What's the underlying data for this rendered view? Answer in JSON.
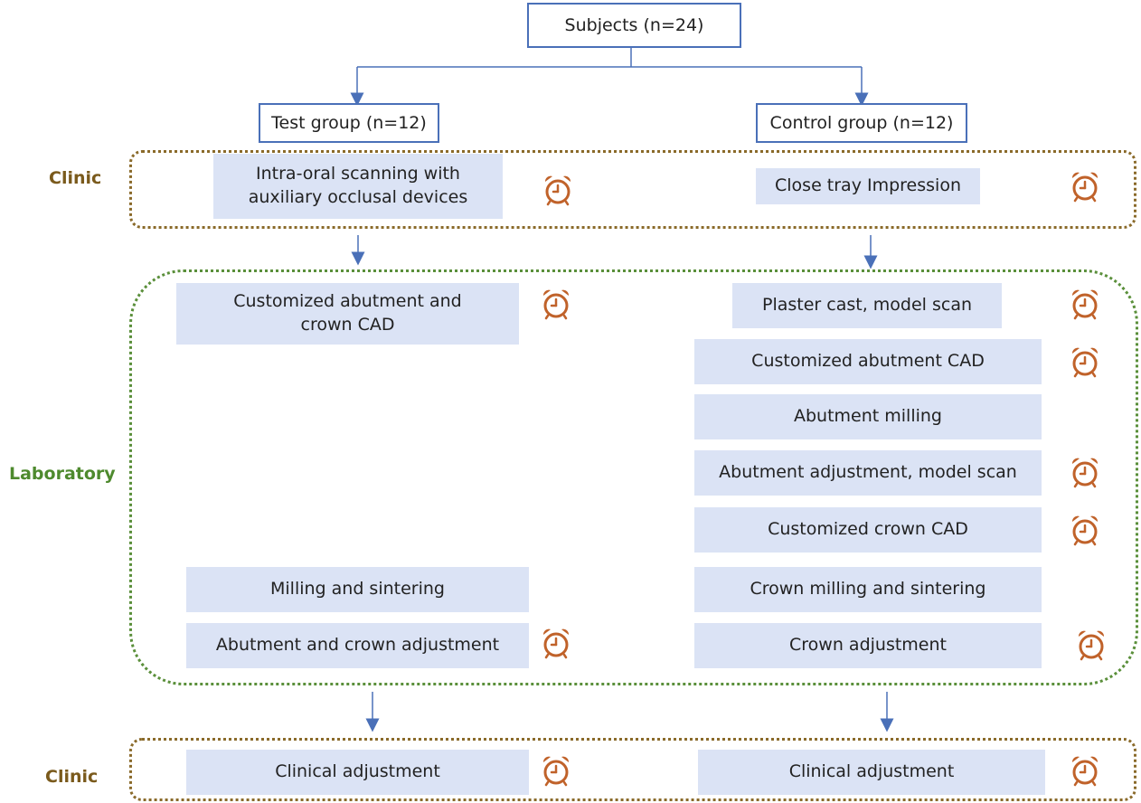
{
  "nodes": {
    "subjects": "Subjects (n=24)",
    "test_group": "Test group (n=12)",
    "control_group": "Control group (n=12)"
  },
  "sections": {
    "clinic_top": "Clinic",
    "laboratory": "Laboratory",
    "clinic_bottom": "Clinic"
  },
  "test_steps": {
    "intraoral_line1": "Intra-oral scanning with",
    "intraoral_line2": "auxiliary occlusal devices",
    "abutment_crown_cad_line1": "Customized abutment and",
    "abutment_crown_cad_line2": "crown CAD",
    "milling": "Milling and sintering",
    "abutment_crown_adjustment": "Abutment and crown adjustment",
    "clinical_adjustment": "Clinical adjustment"
  },
  "control_steps": {
    "impression": "Close tray Impression",
    "plaster": "Plaster cast, model scan",
    "abutment_cad": "Customized abutment CAD",
    "abutment_milling": "Abutment milling",
    "abutment_adjustment": "Abutment adjustment, model scan",
    "crown_cad": "Customized crown CAD",
    "crown_milling": "Crown milling and sintering",
    "crown_adjustment": "Crown adjustment",
    "clinical_adjustment": "Clinical adjustment"
  },
  "colors": {
    "arrow": "#4a70b8",
    "box_fill": "#dbe3f5",
    "clinic": "#8a6a2a",
    "laboratory": "#5a8f3a",
    "clock": "#c0622a"
  },
  "icon": "alarm-clock-icon"
}
